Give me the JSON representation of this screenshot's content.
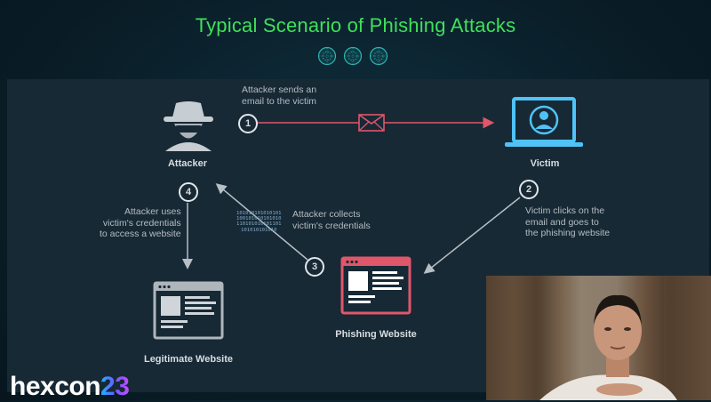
{
  "slide": {
    "title": "Typical Scenario of Phishing Attacks"
  },
  "nodes": {
    "attacker": "Attacker",
    "victim": "Victim",
    "phishing": "Phishing Website",
    "legit": "Legitimate Website"
  },
  "steps": [
    {
      "num": "1",
      "text": "Attacker sends an\nemail to the victim"
    },
    {
      "num": "2",
      "text": "Victim clicks on the\nemail and goes to\nthe phishing website"
    },
    {
      "num": "3",
      "text": "Attacker collects\nvictim's credentials"
    },
    {
      "num": "4",
      "text": "Attacker uses\nvictim's credentials\nto access a website"
    }
  ],
  "binary": "101010101010101\n100101010101010\n110101010101101\n101010101010",
  "logo": {
    "word": "hexcon",
    "num": "23"
  },
  "icons": {
    "attacker": "hacker-icon",
    "victim": "laptop-user-icon",
    "email": "envelope-icon",
    "phishing": "phishing-browser-icon",
    "legit": "browser-icon"
  },
  "colors": {
    "title": "#3fe05a",
    "arrow_red": "#e0566a",
    "victim_blue": "#4fc3f7",
    "gray": "#b7bec4"
  }
}
